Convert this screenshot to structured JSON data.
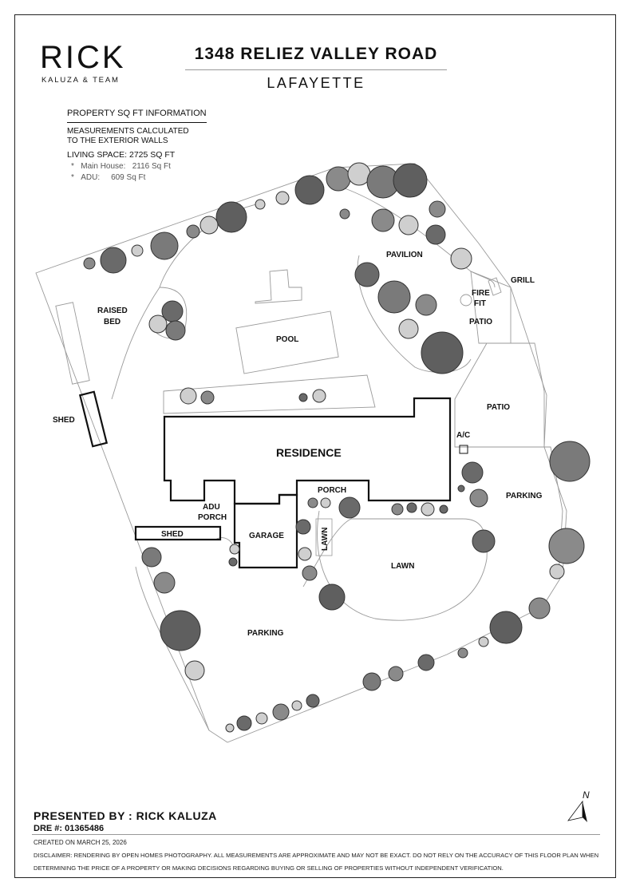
{
  "header": {
    "logo_main": "RICK",
    "logo_sub": "KALUZA & TEAM",
    "title": "1348 RELIEZ VALLEY ROAD",
    "subtitle": "LAFAYETTE"
  },
  "info": {
    "heading": "PROPERTY SQ FT INFORMATION",
    "measurement_line1": "MEASUREMENTS CALCULATED",
    "measurement_line2": "TO THE EXTERIOR WALLS",
    "living_space": "LIVING SPACE: 2725 SQ FT",
    "items": [
      {
        "bullet": "*",
        "label": "Main House:",
        "value": "2116 Sq Ft"
      },
      {
        "bullet": "*",
        "label": "ADU:",
        "value": "609 Sq Ft"
      }
    ]
  },
  "labels": {
    "pavilion": "PAVILION",
    "grill": "GRILL",
    "fire_pit_1": "FIRE",
    "fire_pit_2": "FIT",
    "patio_upper": "PATIO",
    "patio_lower": "PATIO",
    "raised_bed_1": "RAISED",
    "raised_bed_2": "BED",
    "pool": "POOL",
    "shed_left": "SHED",
    "residence": "RESIDENCE",
    "ac": "A/C",
    "porch": "PORCH",
    "adu_porch_1": "ADU",
    "adu_porch_2": "PORCH",
    "garage": "GARAGE",
    "lawn_small": "LAWN",
    "lawn_main": "LAWN",
    "shed_lower": "SHED",
    "parking_right": "PARKING",
    "parking_lower": "PARKING"
  },
  "compass": {
    "label": "N"
  },
  "footer": {
    "presented_by": "PRESENTED BY : RICK KALUZA",
    "dre": "DRE #: 01365486",
    "created": "CREATED ON MARCH 25, 2026",
    "disclaimer": "DISCLAIMER: RENDERING BY OPEN HOMES PHOTOGRAPHY. ALL MEASUREMENTS ARE APPROXIMATE AND MAY NOT BE EXACT. DO NOT RELY ON THE ACCURACY OF THIS FLOOR PLAN WHEN DETERMINING THE PRICE OF A PROPERTY OR MAKING DECISIONS REGARDING BUYING OR SELLING OF PROPERTIES WITHOUT INDEPENDENT VERIFICATION."
  },
  "colors": {
    "tree_dark": "#5f5f5f",
    "tree_mid": "#8a8a8a",
    "tree_light": "#cfcfcf",
    "line": "#111111",
    "thin_line": "#9a9a9a"
  }
}
